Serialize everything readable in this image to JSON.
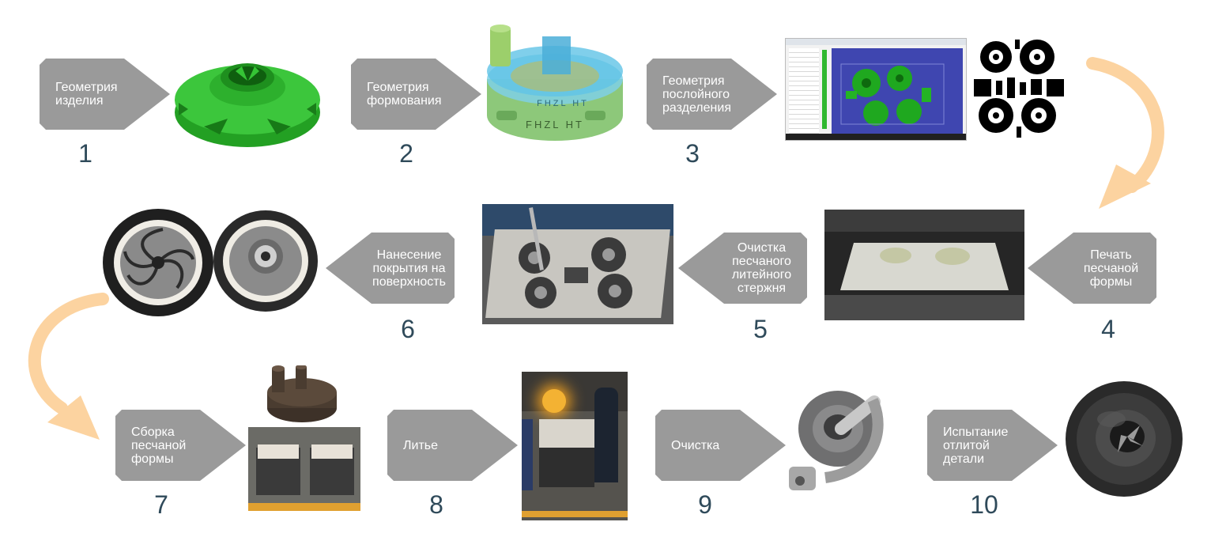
{
  "steps": [
    {
      "number": "1",
      "label": "Геометрия\nизделия"
    },
    {
      "number": "2",
      "label": "Геометрия\nформования"
    },
    {
      "number": "3",
      "label": "Геометрия\nпослойного\nразделения"
    },
    {
      "number": "4",
      "label": "Печать\nпесчаной\nформы"
    },
    {
      "number": "5",
      "label": "Очистка\nпесчаного\nлитейного\nстержня"
    },
    {
      "number": "6",
      "label": "Нанесение\nпокрытия на\nповерхность"
    },
    {
      "number": "7",
      "label": "Сборка\nпесчаной\nформы"
    },
    {
      "number": "8",
      "label": "Литье"
    },
    {
      "number": "9",
      "label": "Очистка"
    },
    {
      "number": "10",
      "label": "Испытание\nотлитой детали"
    }
  ],
  "mold_engraving": "FHZL HT",
  "colors": {
    "tag": "#9a9a9a",
    "number": "#2f4a5a",
    "flow_arrow": "#fcd3a0",
    "impeller_green": "#3cc63c"
  },
  "icons": [
    "curved-flow-arrow-icon"
  ]
}
